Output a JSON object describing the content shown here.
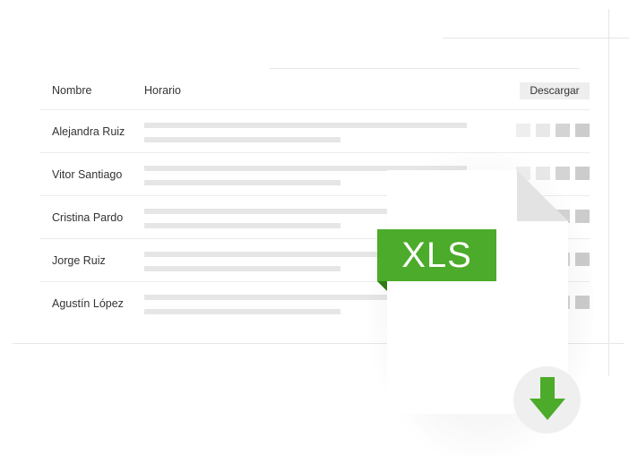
{
  "table": {
    "headers": {
      "name": "Nombre",
      "schedule": "Horario",
      "download": "Descargar"
    },
    "rows": [
      {
        "name": "Alejandra Ruiz"
      },
      {
        "name": "Vitor Santiago"
      },
      {
        "name": "Cristina Pardo"
      },
      {
        "name": "Jorge Ruiz"
      },
      {
        "name": "Agustín López"
      }
    ]
  },
  "file": {
    "label": "XLS",
    "label_color": "#4cab2a",
    "arrow_color": "#4cab2a",
    "icon": "download-arrow-icon"
  }
}
